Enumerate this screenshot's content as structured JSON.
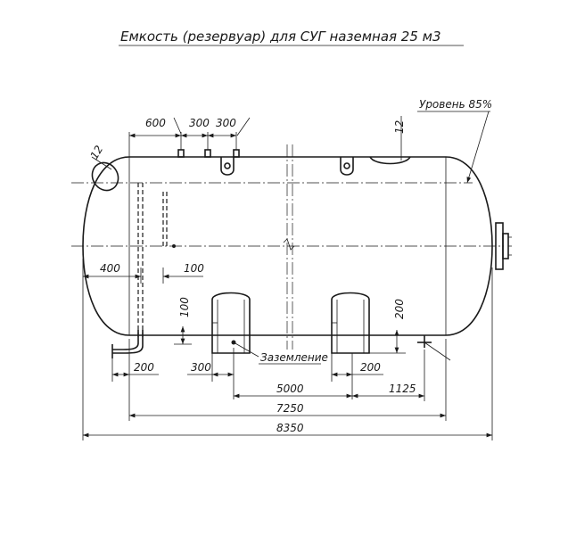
{
  "title": "Емкость (резервуар) для СУГ наземная 25 м3",
  "labels": {
    "level": "Уровень 85%",
    "grounding": "Заземление",
    "weld_left": "12",
    "weld_top": "12"
  },
  "dimensions": {
    "d600": "600",
    "d300a": "300",
    "d300b": "300",
    "d400": "400",
    "d100h": "100",
    "d100v": "100",
    "d200_left": "200",
    "d300_bottom": "300",
    "d200_mid": "200",
    "d200_right_v": "200",
    "d5000": "5000",
    "d1125": "1125",
    "d7250": "7250",
    "d8350": "8350"
  }
}
